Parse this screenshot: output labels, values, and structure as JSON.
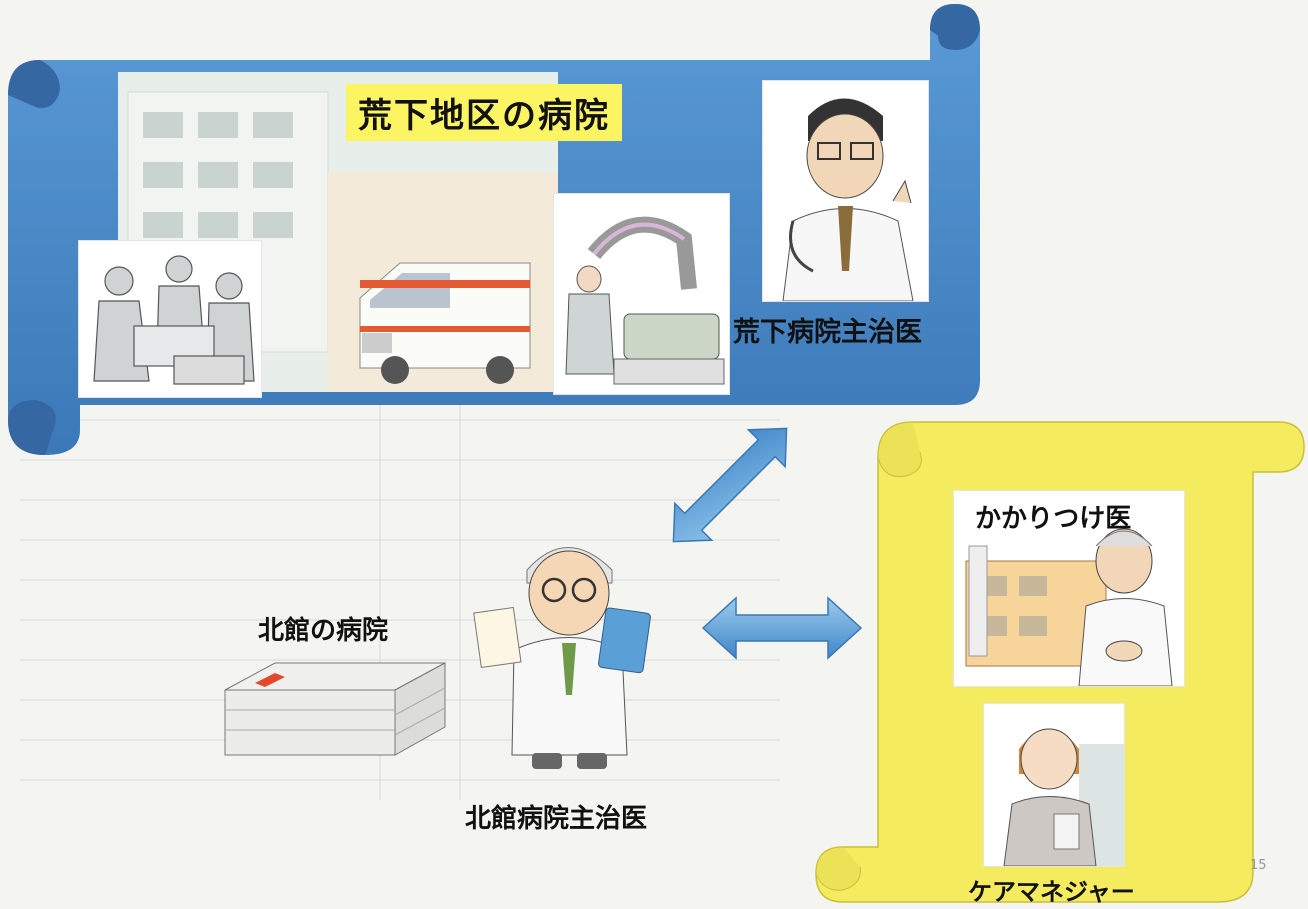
{
  "title": "荒下地区の病院",
  "arashita_doctor_label": "荒下病院主治医",
  "kitakan_hospital_label": "北館の病院",
  "kitakan_doctor_label": "北館病院主治医",
  "family_doctor_label": "かかりつけ医",
  "care_manager_label": "ケアマネジャー",
  "page_number": "15",
  "colors": {
    "blue_scroll": "#4a8ac9",
    "yellow_scroll": "#f3ea5c",
    "title_highlight": "#fbf463",
    "arrow": "#4a8fce"
  },
  "icons": [
    "surgery-team-icon",
    "hospital-building-icon",
    "ambulance-icon",
    "xray-machine-icon",
    "arashita-doctor-icon",
    "kitakan-building-icon",
    "kitakan-doctor-icon",
    "family-doctor-icon",
    "clinic-building-icon",
    "care-manager-icon"
  ]
}
